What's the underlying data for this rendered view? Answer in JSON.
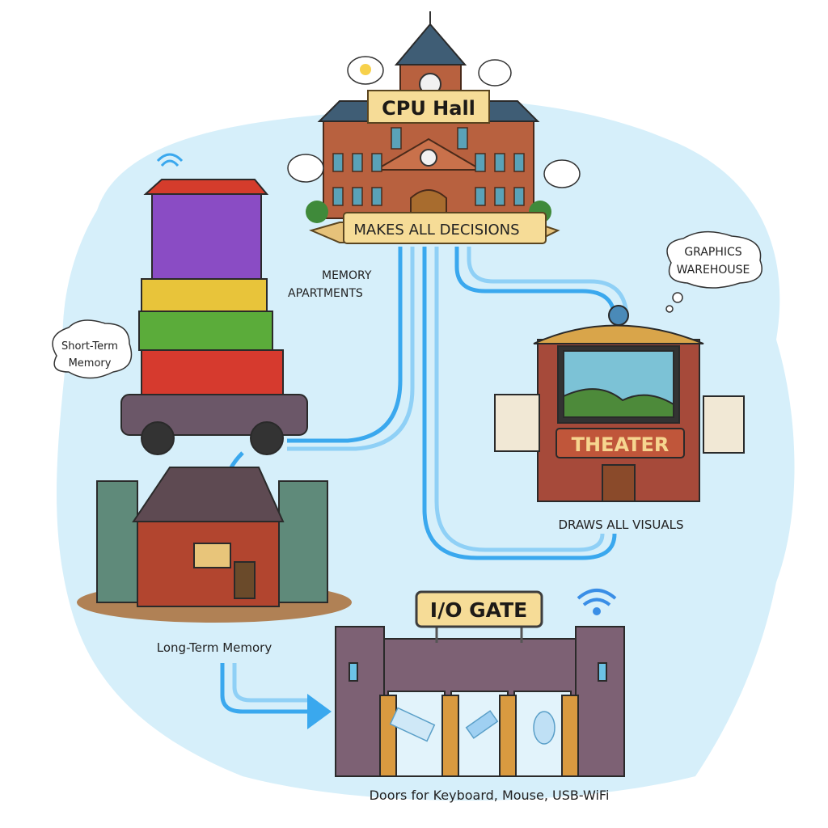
{
  "cpu": {
    "sign": "CPU Hall",
    "banner": "MAKES ALL DECISIONS"
  },
  "memory": {
    "label_line1": "MEMORY",
    "label_line2": "APARTMENTS",
    "short_term_line1": "Short-Term",
    "short_term_line2": "Memory"
  },
  "long_term": {
    "label": "Long-Term Memory"
  },
  "graphics": {
    "cloud_line1": "GRAPHICS",
    "cloud_line2": "WAREHOUSE",
    "sign": "THEATER",
    "caption": "DRAWS ALL VISUALS"
  },
  "io": {
    "sign": "I/O GATE",
    "caption": "Doors for Keyboard, Mouse, USB-WiFi"
  },
  "colors": {
    "background_blob": "#d6effa",
    "pipe": "#3aa8ee",
    "sign_fill": "#f6dc97",
    "brick": "#b8613f",
    "castle": "#7d6174"
  },
  "icons": [
    "wifi-icon",
    "keyboard-icon",
    "usb-drive-icon",
    "mouse-icon",
    "clock-icon",
    "lightbulb-icon",
    "arrow-right-icon"
  ]
}
